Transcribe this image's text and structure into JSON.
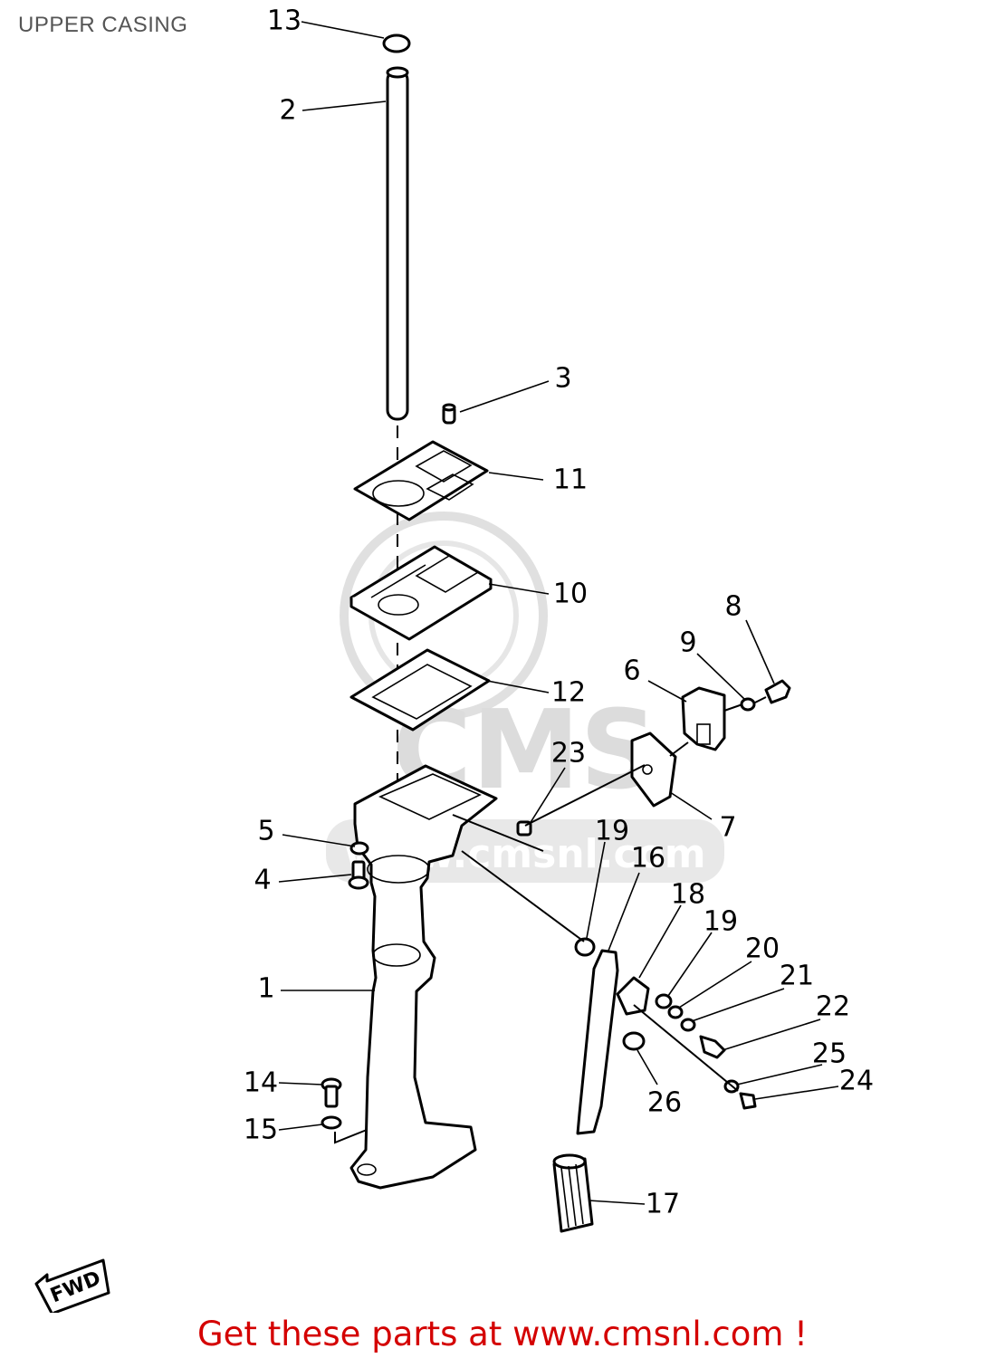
{
  "title": "UPPER CASING",
  "footer": {
    "text": "Get these parts at www.cmsnl.com !",
    "color": "#d40000"
  },
  "watermark": {
    "text": "CMS",
    "url": "www.cmsnl.com",
    "color": "#d9d9d9"
  },
  "direction_label": "FWD",
  "callouts": {
    "c1": "1",
    "c2": "2",
    "c3": "3",
    "c4": "4",
    "c5": "5",
    "c6": "6",
    "c7": "7",
    "c8": "8",
    "c9": "9",
    "c10": "10",
    "c11": "11",
    "c12": "12",
    "c13": "13",
    "c14": "14",
    "c15": "15",
    "c16": "16",
    "c17": "17",
    "c18": "18",
    "c19a": "19",
    "c19b": "19",
    "c20": "20",
    "c21": "21",
    "c22": "22",
    "c23": "23",
    "c24": "24",
    "c25": "25",
    "c26": "26"
  }
}
